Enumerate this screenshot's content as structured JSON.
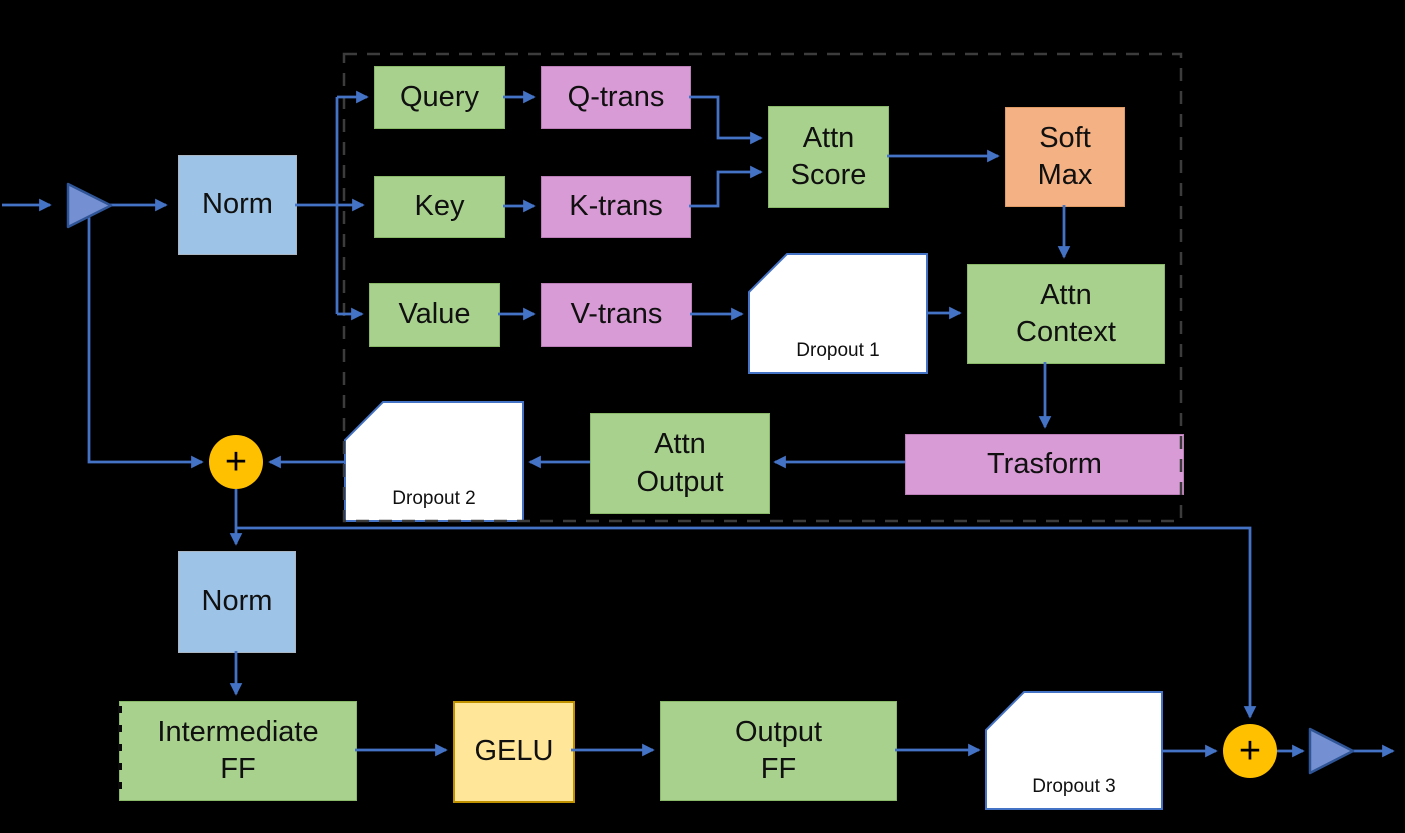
{
  "diagram": {
    "description": "Transformer encoder layer flow diagram",
    "colors": {
      "background": "#000000",
      "connector_blue": "#4472C4",
      "node_green": "#A9D18E",
      "node_plum": "#D89BD5",
      "node_blue": "#9DC3E6",
      "node_orange": "#F4B183",
      "node_yellow": "#FFE699",
      "sum_circle": "#FFC000",
      "dropout_fill": "#FFFFFF",
      "dashed_border": "#3C3C3C"
    },
    "nodes": {
      "norm1": {
        "label": "Norm"
      },
      "query": {
        "label": "Query"
      },
      "q_trans": {
        "label": "Q-trans"
      },
      "key": {
        "label": "Key"
      },
      "k_trans": {
        "label": "K-trans"
      },
      "value": {
        "label": "Value"
      },
      "v_trans": {
        "label": "V-trans"
      },
      "attn_score": {
        "label": "Attn\nScore"
      },
      "soft_max": {
        "label": "Soft\nMax"
      },
      "dropout1": {
        "label": "Dropout 1"
      },
      "attn_context": {
        "label": "Attn\nContext"
      },
      "trasform": {
        "label": "Trasform"
      },
      "attn_output": {
        "label": "Attn\nOutput"
      },
      "dropout2": {
        "label": "Dropout 2"
      },
      "sum1": {
        "label": "+"
      },
      "norm2": {
        "label": "Norm"
      },
      "intermediate_ff": {
        "label": "Intermediate\nFF"
      },
      "gelu": {
        "label": "GELU"
      },
      "output_ff": {
        "label": "Output\nFF"
      },
      "dropout3": {
        "label": "Dropout 3"
      },
      "sum2": {
        "label": "+"
      }
    }
  }
}
